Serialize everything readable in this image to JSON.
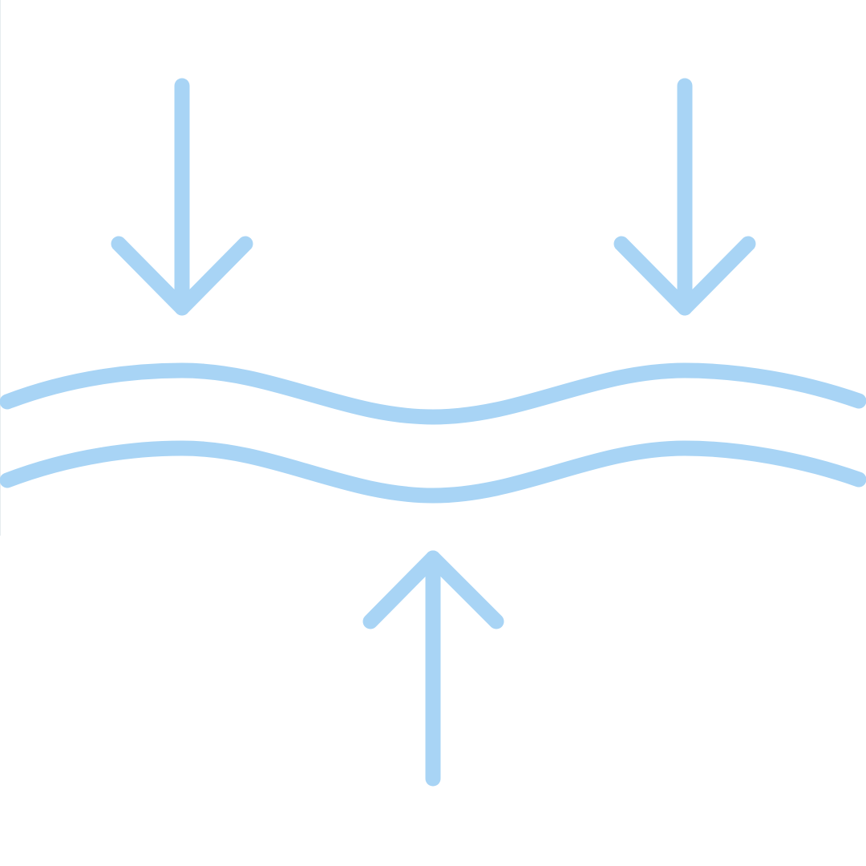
{
  "icon": {
    "name": "pressure-icon",
    "description_elements": [
      "arrow-down-left",
      "arrow-down-right",
      "wave-top",
      "wave-bottom",
      "arrow-up-center"
    ],
    "color": "#A8D4F5",
    "background": "#FFFFFF",
    "edge_color": "#E6ECEF"
  }
}
